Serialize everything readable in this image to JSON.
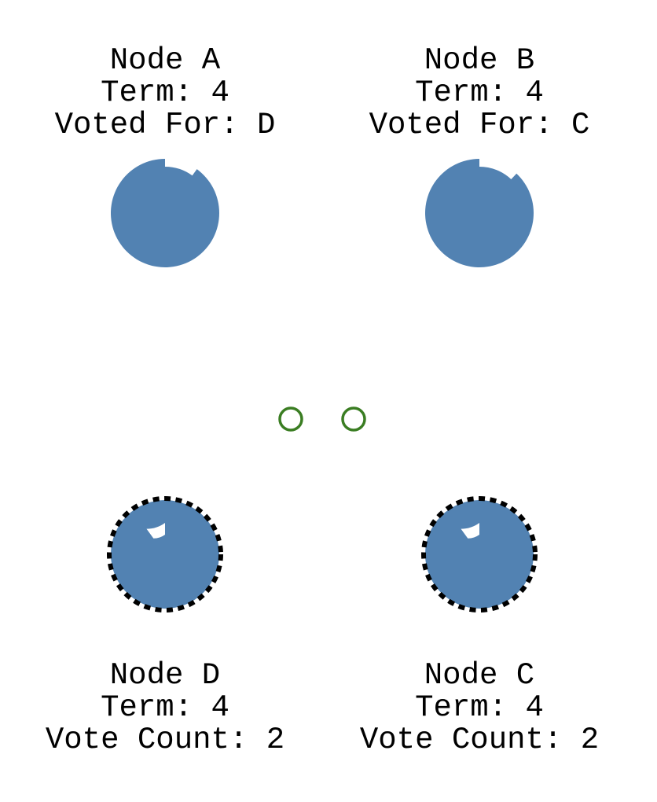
{
  "colors": {
    "node_fill": "#5282b2",
    "timer_mark": "#ffffff",
    "candidate_ring": "#000000",
    "message": "#3a7d22"
  },
  "nodes": [
    {
      "id": "A",
      "name": "Node A",
      "term": "Term: 4",
      "detail": "Voted For: D",
      "state": "follower",
      "timer_remaining": 0.9
    },
    {
      "id": "B",
      "name": "Node B",
      "term": "Term: 4",
      "detail": "Voted For: C",
      "state": "follower",
      "timer_remaining": 0.88
    },
    {
      "id": "D",
      "name": "Node D",
      "term": "Term: 4",
      "detail": "Vote Count: 2",
      "state": "candidate",
      "timer_remaining": 0.1
    },
    {
      "id": "C",
      "name": "Node C",
      "term": "Term: 4",
      "detail": "Vote Count: 2",
      "state": "candidate",
      "timer_remaining": 0.1
    }
  ],
  "messages": [
    {
      "id": "msg-1",
      "type": "vote-request"
    },
    {
      "id": "msg-2",
      "type": "vote-request"
    }
  ]
}
